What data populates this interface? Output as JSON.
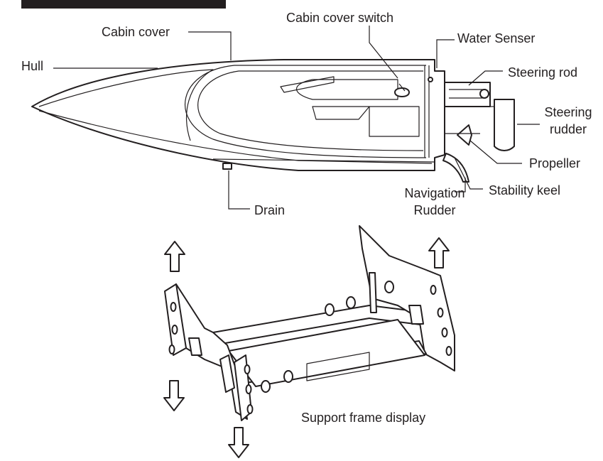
{
  "labels": {
    "hull": "Hull",
    "cabin_cover": "Cabin cover",
    "cabin_cover_switch": "Cabin cover switch",
    "water_senser": "Water Senser",
    "steering_rod": "Steering rod",
    "steering_rudder_line1": "Steering",
    "steering_rudder_line2": "rudder",
    "propeller": "Propeller",
    "stability_keel": "Stability keel",
    "navigation_rudder_line1": "Navigation",
    "navigation_rudder_line2": "Rudder",
    "drain": "Drain",
    "support_frame": "Support frame display"
  },
  "colors": {
    "ink": "#231f20",
    "background": "#ffffff"
  }
}
